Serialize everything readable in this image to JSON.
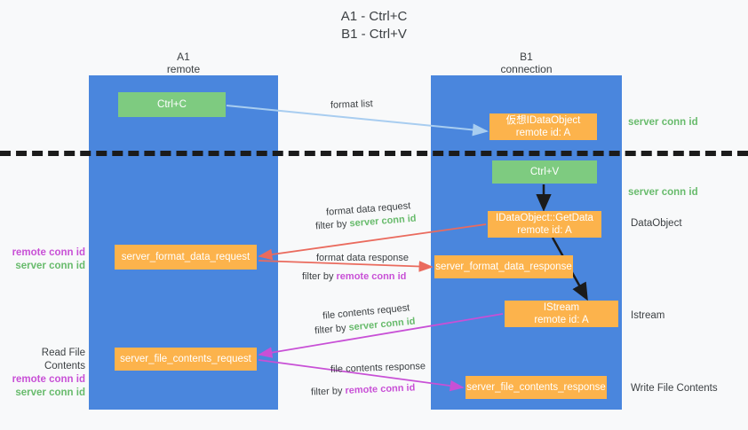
{
  "title": "A1 - Ctrl+C\nB1 - Ctrl+V",
  "columns": {
    "left": {
      "name": "A1",
      "role": "remote",
      "header": "A1\nremote",
      "color": "#4a86dd"
    },
    "right": {
      "name": "B1",
      "role": "connection",
      "header": "B1\nconnection",
      "color": "#4a86dd"
    }
  },
  "divider": {
    "style": "dashed",
    "color": "#1b1b1b"
  },
  "colors": {
    "band_blue": "#4a86dd",
    "node_green": "#7ecb80",
    "node_orange": "#fcb34c",
    "remote_conn_id": "#c850d6",
    "server_conn_id": "#68bb6c",
    "arrow_format_list": "#a8cdf0",
    "arrow_format_data": "#ea6b5e",
    "arrow_file_contents": "#c850d6",
    "arrow_internal": "#1b1b1b",
    "text": "#3c4043",
    "background": "#f8f9fa"
  },
  "nodes": {
    "ctrl_c": {
      "label": "Ctrl+C",
      "fill": "green"
    },
    "data_object": {
      "label": "仮想IDataObject\nremote id: A",
      "fill": "orange"
    },
    "ctrl_v": {
      "label": "Ctrl+V",
      "fill": "green"
    },
    "get_data": {
      "label": "IDataObject::GetData\nremote id: A",
      "fill": "orange"
    },
    "format_data_request": {
      "label": "server_format_data_request",
      "fill": "orange"
    },
    "format_data_response": {
      "label": "server_format_data_response",
      "fill": "orange"
    },
    "istream": {
      "label": "IStream\nremote id: A",
      "fill": "orange"
    },
    "file_contents_request": {
      "label": "server_file_contents_request",
      "fill": "orange"
    },
    "file_contents_response": {
      "label": "server_file_contents_response",
      "fill": "orange"
    }
  },
  "side_labels": {
    "right": [
      {
        "id": "server-conn-id-1",
        "text": "server conn id",
        "kind": "server"
      },
      {
        "id": "server-conn-id-2",
        "text": "server conn id",
        "kind": "server"
      },
      {
        "id": "dataobject",
        "text": "DataObject",
        "kind": "plain"
      },
      {
        "id": "istream",
        "text": "Istream",
        "kind": "plain"
      },
      {
        "id": "write-file-contents",
        "text": "Write File Contents",
        "kind": "plain"
      }
    ],
    "left": [
      {
        "id": "format-data-conn-ids",
        "lines": [
          {
            "text": "remote conn id",
            "kind": "remote"
          },
          {
            "text": "server conn id",
            "kind": "server"
          }
        ]
      },
      {
        "id": "read-file-contents",
        "lines": [
          {
            "text": "Read File Contents",
            "kind": "plain"
          },
          {
            "text": "remote conn id",
            "kind": "remote"
          },
          {
            "text": "server conn id",
            "kind": "server"
          }
        ]
      }
    ]
  },
  "edge_labels": {
    "format_list": "format list",
    "format_data_request": "format data request",
    "format_data_request_filter_prefix": "filter by ",
    "format_data_request_filter_value": "server conn id",
    "format_data_response": "format data response",
    "format_data_response_filter_prefix": "filter by ",
    "format_data_response_filter_value": "remote conn id",
    "file_contents_request": "file contents request",
    "file_contents_request_filter_prefix": "filter by ",
    "file_contents_request_filter_value": "server conn id",
    "file_contents_response": "file contents response",
    "file_contents_response_filter_prefix": "filter by ",
    "file_contents_response_filter_value": "remote conn id"
  }
}
